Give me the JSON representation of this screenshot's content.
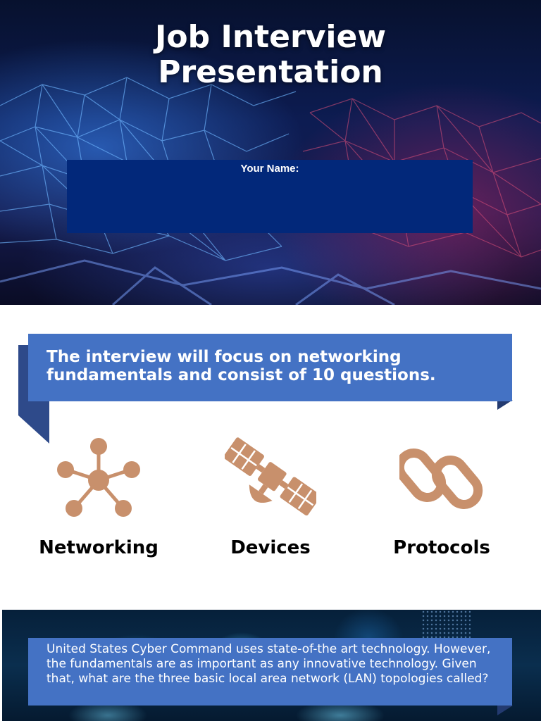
{
  "hero": {
    "title_line1": "Job Interview",
    "title_line2": "Presentation",
    "name_label": "Your Name:"
  },
  "banner": {
    "text": "The interview will focus on networking fundamentals and consist of 10 questions."
  },
  "topics": [
    {
      "label": "Networking",
      "icon": "network-hub-icon"
    },
    {
      "label": "Devices",
      "icon": "satellite-icon"
    },
    {
      "label": "Protocols",
      "icon": "chain-link-icon"
    }
  ],
  "question": {
    "text": "United States Cyber Command uses state-of-the art technology. However, the fundamentals are as important as any innovative technology. Given that, what are the three basic local area network (LAN) topologies called?"
  },
  "colors": {
    "banner_blue": "#4472c4",
    "banner_fold": "#2e4a8a",
    "name_box": "#02287a",
    "icon_tan": "#c8906c"
  }
}
